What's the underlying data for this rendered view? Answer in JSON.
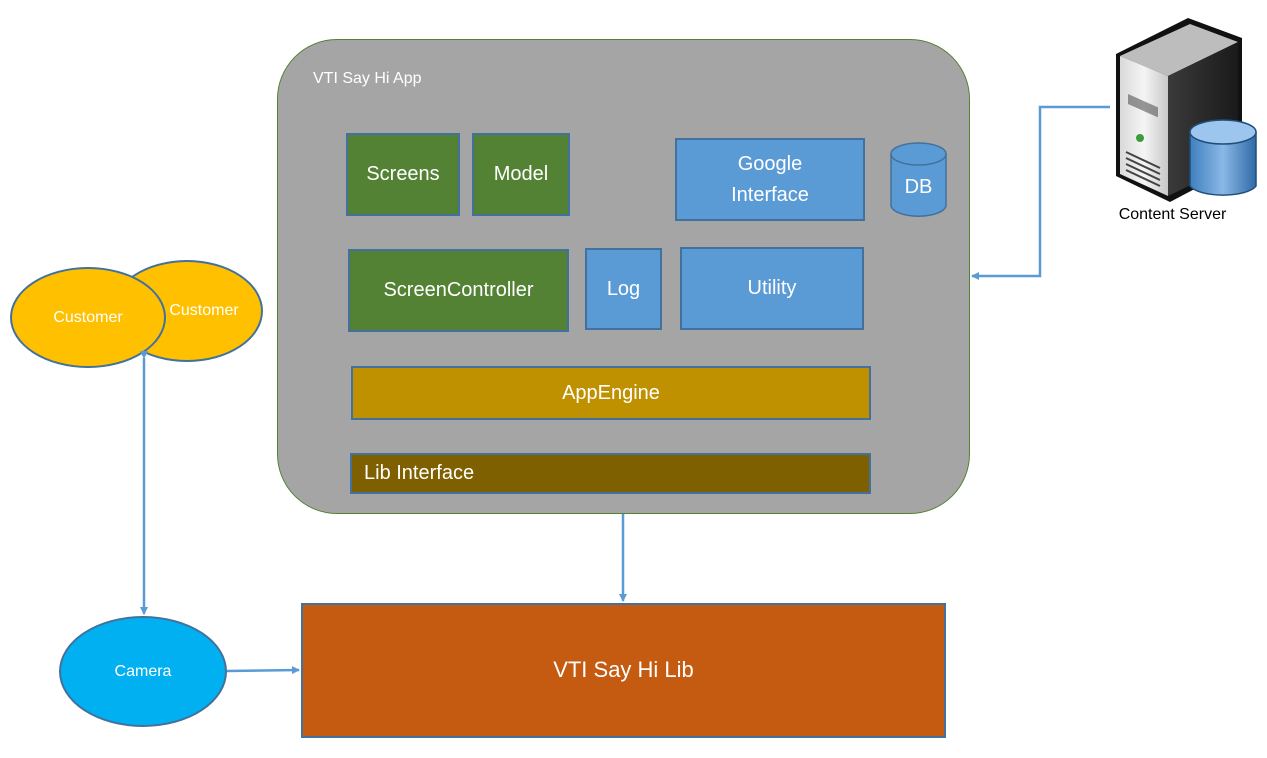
{
  "app": {
    "title": "VTI Say Hi App",
    "components": {
      "screens": "Screens",
      "model": "Model",
      "google_interface": "Google Interface",
      "db": "DB",
      "screen_controller": "ScreenController",
      "log": "Log",
      "utility": "Utility",
      "app_engine": "AppEngine",
      "lib_interface": "Lib Interface"
    }
  },
  "lib": {
    "label": "VTI Say Hi Lib"
  },
  "customers": {
    "back_label": "Customer",
    "front_label": "Customer"
  },
  "camera": {
    "label": "Camera"
  },
  "server": {
    "label": "Content Server",
    "icon": "server-database-icon"
  },
  "colors": {
    "container": "#a5a5a5",
    "green": "#548235",
    "blue": "#5b9bd5",
    "gold": "#bf9000",
    "brown": "#7f6000",
    "lib": "#c55a11",
    "customer": "#ffc000",
    "camera": "#00b0f0",
    "arrow": "#5b9bd5"
  }
}
